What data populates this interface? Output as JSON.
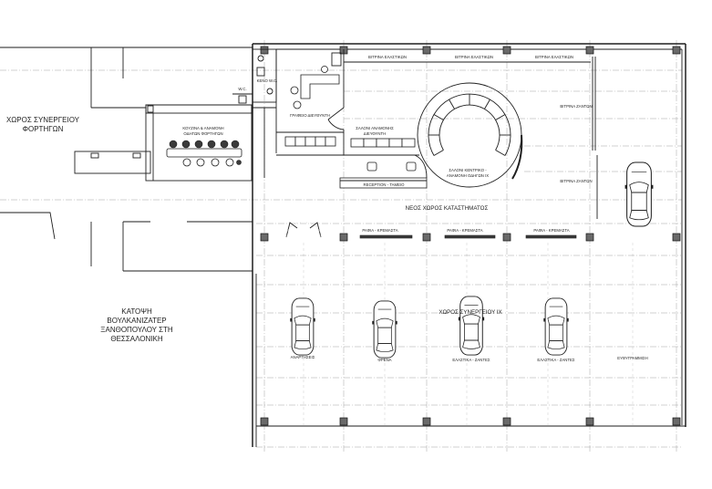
{
  "labels": {
    "truck_workshop": [
      "ΧΩΡΟΣ ΣΥΝΕΡΓΕΙΟΥ",
      "ΦΟΡΤΗΓΩΝ"
    ],
    "wc": "W.C.",
    "empty_wc": "ΚΕΝΟ W.C.",
    "kitchen": [
      "ΚΟΥΖΙΝΑ & ΑΝΑΜΟΝΗ",
      "ΟΔΗΓΩΝ ΦΟΡΤΗΓΩΝ"
    ],
    "manager_office": "ΓΡΑΦΕΙΟ ΔΙΕΥΘΥΝΤΗ",
    "tire_showcases": [
      "ΒΙΤΡΙΝΑ ΕΛΑΣΤΙΚΩΝ",
      "ΒΙΤΡΙΝΑ ΕΛΑΣΤΙΚΩΝ",
      "ΒΙΤΡΙΝΑ ΕΛΑΣΤΙΚΩΝ"
    ],
    "rim_showcases": [
      "ΒΙΤΡΙΝΑ ΖΑΝΤΩΝ",
      "ΒΙΤΡΙΝΑ ΖΑΝΤΩΝ"
    ],
    "manager_lounge": [
      "ΣΑΛΟΝΙ ΑΝΑΜΟΝΗΣ",
      "ΔΙΕΥΘΥΝΤΗ"
    ],
    "central_lounge": [
      "ΣΑΛΟΝΙ ΚΕΝΤΡΙΚΟ -",
      "ΑΝΑΜΟΝΗ ΟΔΗΓΩΝ ΙΧ"
    ],
    "reception": "RECEPTION - ΤΑΜΕΙΟ",
    "new_store": "ΝΕΟΣ ΧΩΡΟΣ ΚΑΤΑΣΤΗΜΑΤΟΣ",
    "shelving": [
      "ΡΑΦΙΑ - ΚΡΕΜΑΣΤΑ",
      "ΡΑΦΙΑ - ΚΡΕΜΑΣΤΑ",
      "ΡΑΦΙΑ - ΚΡΕΜΑΣΤΑ"
    ],
    "car_workshop": "ΧΩΡΟΣ ΣΥΝΕΡΓΕΙΟΥ ΙΧ",
    "plan_title": [
      "ΚΑΤΟΨΗ",
      "ΒΟΥΛΚΑΝΙΖΑΤΕΡ",
      "ΞΑΝΘΟΠΟΥΛΟΥ ΣΤΗ",
      "ΘΕΣΣΑΛΟΝΙΚΗ"
    ],
    "bays": [
      "ΑΝΑΡΤΗΣΕΙΣ",
      "ΦΡΕΝΑ",
      "ΕΛΑΣΤΙΚΑ - ΖΑΝΤΕΣ",
      "ΕΛΑΣΤΙΚΑ - ΖΑΝΤΕΣ",
      "ΕΥΘΥΓΡΑΜΜΙΣΗ"
    ]
  },
  "icons": {
    "car": "car-icon",
    "chair": "chair-icon",
    "column": "column-icon",
    "door": "door-icon",
    "wc_fixture": "toilet-icon"
  },
  "colors": {
    "ink": "#1e1e1e",
    "grid": "#a3a3a3",
    "column": "#6a6a6a",
    "background": "#ffffff"
  }
}
